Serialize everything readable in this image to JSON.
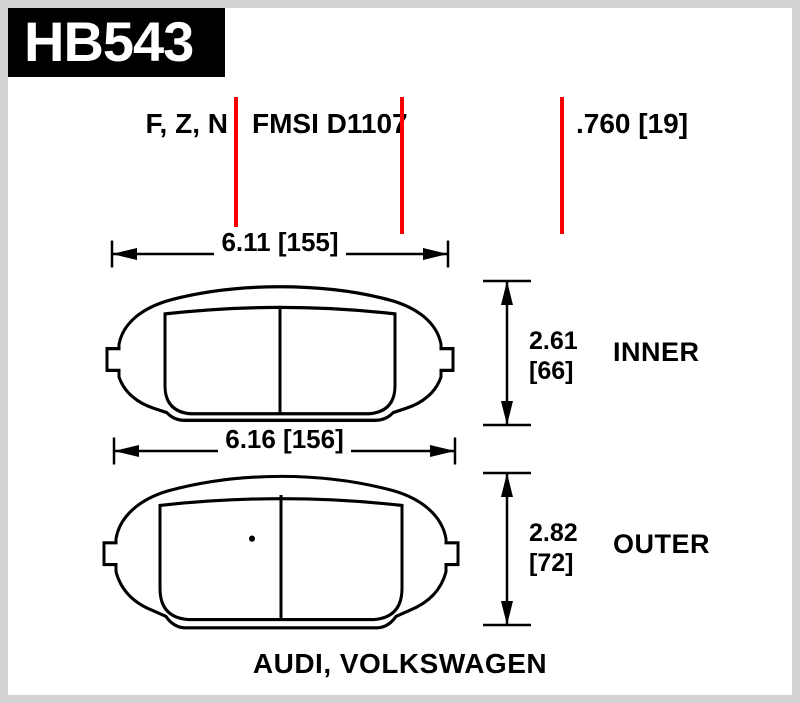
{
  "banner": {
    "part_number": "HB543"
  },
  "header": {
    "compounds": "F, Z, N",
    "fmsi": "FMSI D1107",
    "pad_thickness": ".760 [19]"
  },
  "pads": [
    {
      "name": "INNER",
      "width_dim": "6.11 [155]",
      "height_in": "2.61",
      "height_mm": "[66]"
    },
    {
      "name": "OUTER",
      "width_dim": "6.16 [156]",
      "height_in": "2.82",
      "height_mm": "[72]"
    }
  ],
  "footer": {
    "application": "AUDI, VOLKSWAGEN"
  },
  "colors": {
    "accent_red": "#f80000",
    "banner_bg": "#000000",
    "banner_text": "#ffffff",
    "drawing_line": "#000000",
    "page_border": "#d3d3d3"
  }
}
